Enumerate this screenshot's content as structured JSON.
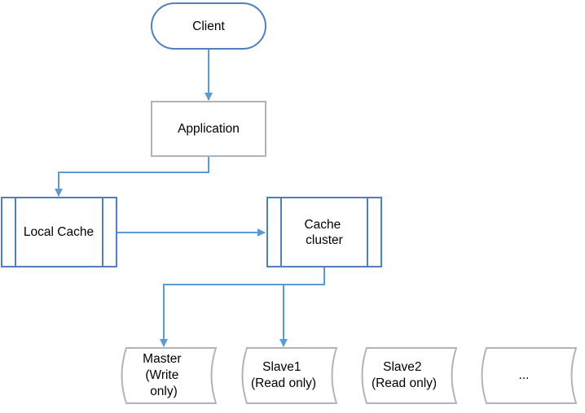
{
  "diagram": {
    "nodes": {
      "client": {
        "label": "Client"
      },
      "application": {
        "label": "Application"
      },
      "local_cache": {
        "label": "Local Cache"
      },
      "cache_cluster": {
        "label_lines": [
          "Cache",
          "cluster"
        ]
      },
      "master": {
        "label_lines": [
          "Master",
          "(Write",
          "only)"
        ]
      },
      "slave1": {
        "label_lines": [
          "Slave1",
          "(Read only)"
        ]
      },
      "slave2": {
        "label_lines": [
          "Slave2",
          "(Read only)"
        ]
      },
      "more": {
        "label": "..."
      }
    },
    "colors": {
      "client_border": "#4f7fbf",
      "box_border": "#b0b4b8",
      "predefined_border": "#4f7fbf",
      "storage_border": "#b0b4b8",
      "connector": "#5b9bd5"
    }
  }
}
